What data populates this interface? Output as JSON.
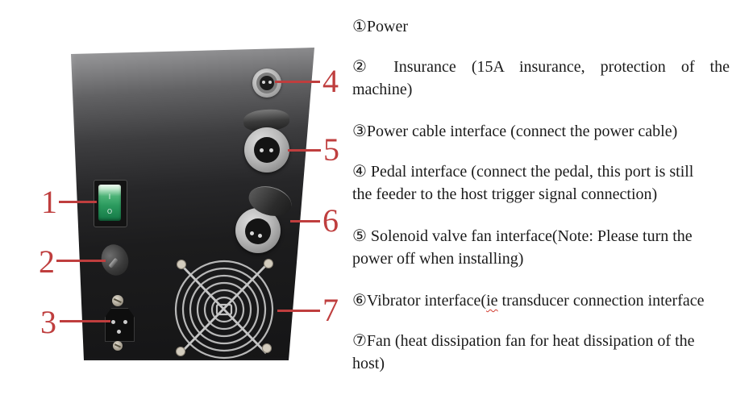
{
  "colors": {
    "callout_red": "#bf3e3e",
    "switch_green": "#2b9a5e"
  },
  "photo": {
    "switch": {
      "on_mark": "I",
      "off_mark": "O"
    }
  },
  "callouts": [
    "1",
    "2",
    "3",
    "4",
    "5",
    "6",
    "7"
  ],
  "descriptions": [
    {
      "lines": [
        "①Power"
      ]
    },
    {
      "lines": [
        "② Insurance (15A insurance, protection of the",
        "machine)"
      ]
    },
    {
      "lines": [
        "③Power cable interface (connect the power cable)"
      ]
    },
    {
      "lines": [
        "④ Pedal interface (connect the pedal, this port is still",
        "the feeder to the host trigger signal connection)"
      ]
    },
    {
      "lines": [
        "⑤ Solenoid valve fan interface(Note: Please turn the",
        "power off when installing)"
      ]
    },
    {
      "segments": {
        "before": "⑥Vibrator interface(",
        "misspelled": "ie",
        "after": " transducer connection interface"
      }
    },
    {
      "lines": [
        "⑦Fan (heat dissipation fan for heat dissipation of the",
        "host)"
      ]
    }
  ]
}
